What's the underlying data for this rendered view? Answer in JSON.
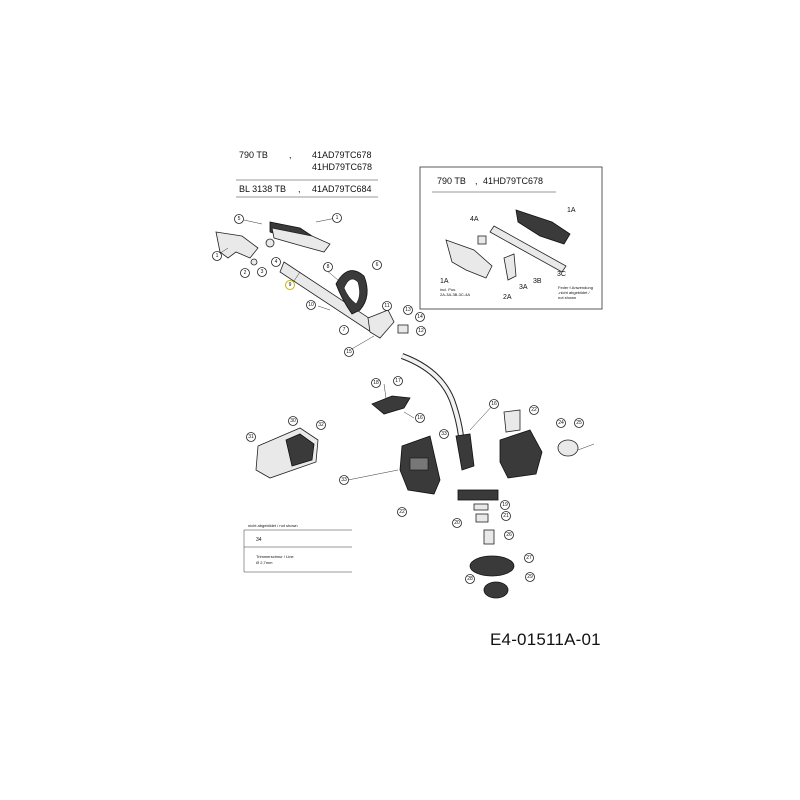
{
  "header": {
    "row1_model": "790 TB",
    "row1_sep": ",",
    "row1_code1": "41AD79TC678",
    "row1_code2": "41HD79TC678",
    "row2_model": "BL 3138 TB",
    "row2_sep": ",",
    "row2_code": "41AD79TC684"
  },
  "inset": {
    "model": "790 TB",
    "sep": ",",
    "code": "41HD79TC678",
    "labels": [
      "4A",
      "1A",
      "3C",
      "3B",
      "3A",
      "2A",
      "1A"
    ],
    "note_incl_line1": "incl. Pos.",
    "note_incl_line2": "2A-3A-3B-3C-4A",
    "note_right_line1": "Feder f.Anwendung",
    "note_right_line2": "-nicht abgebildet /",
    "note_right_line3": "not shown"
  },
  "legend": {
    "header": "nicht abgebildet / not shown",
    "number": "34",
    "desc_line1": "Trimmerschnur / Line",
    "desc_line2": "Ø 2,7mm"
  },
  "callouts": [
    "1",
    "2",
    "3",
    "4",
    "5",
    "1",
    "6",
    "8",
    "10",
    "7",
    "11",
    "13",
    "14",
    "12",
    "15",
    "18",
    "17",
    "16",
    "16",
    "22",
    "24",
    "25",
    "30",
    "31",
    "32",
    "33",
    "33",
    "19",
    "20",
    "21",
    "26",
    "27",
    "28",
    "29",
    "22",
    "9"
  ],
  "doc_id": "E4-01511A-01"
}
